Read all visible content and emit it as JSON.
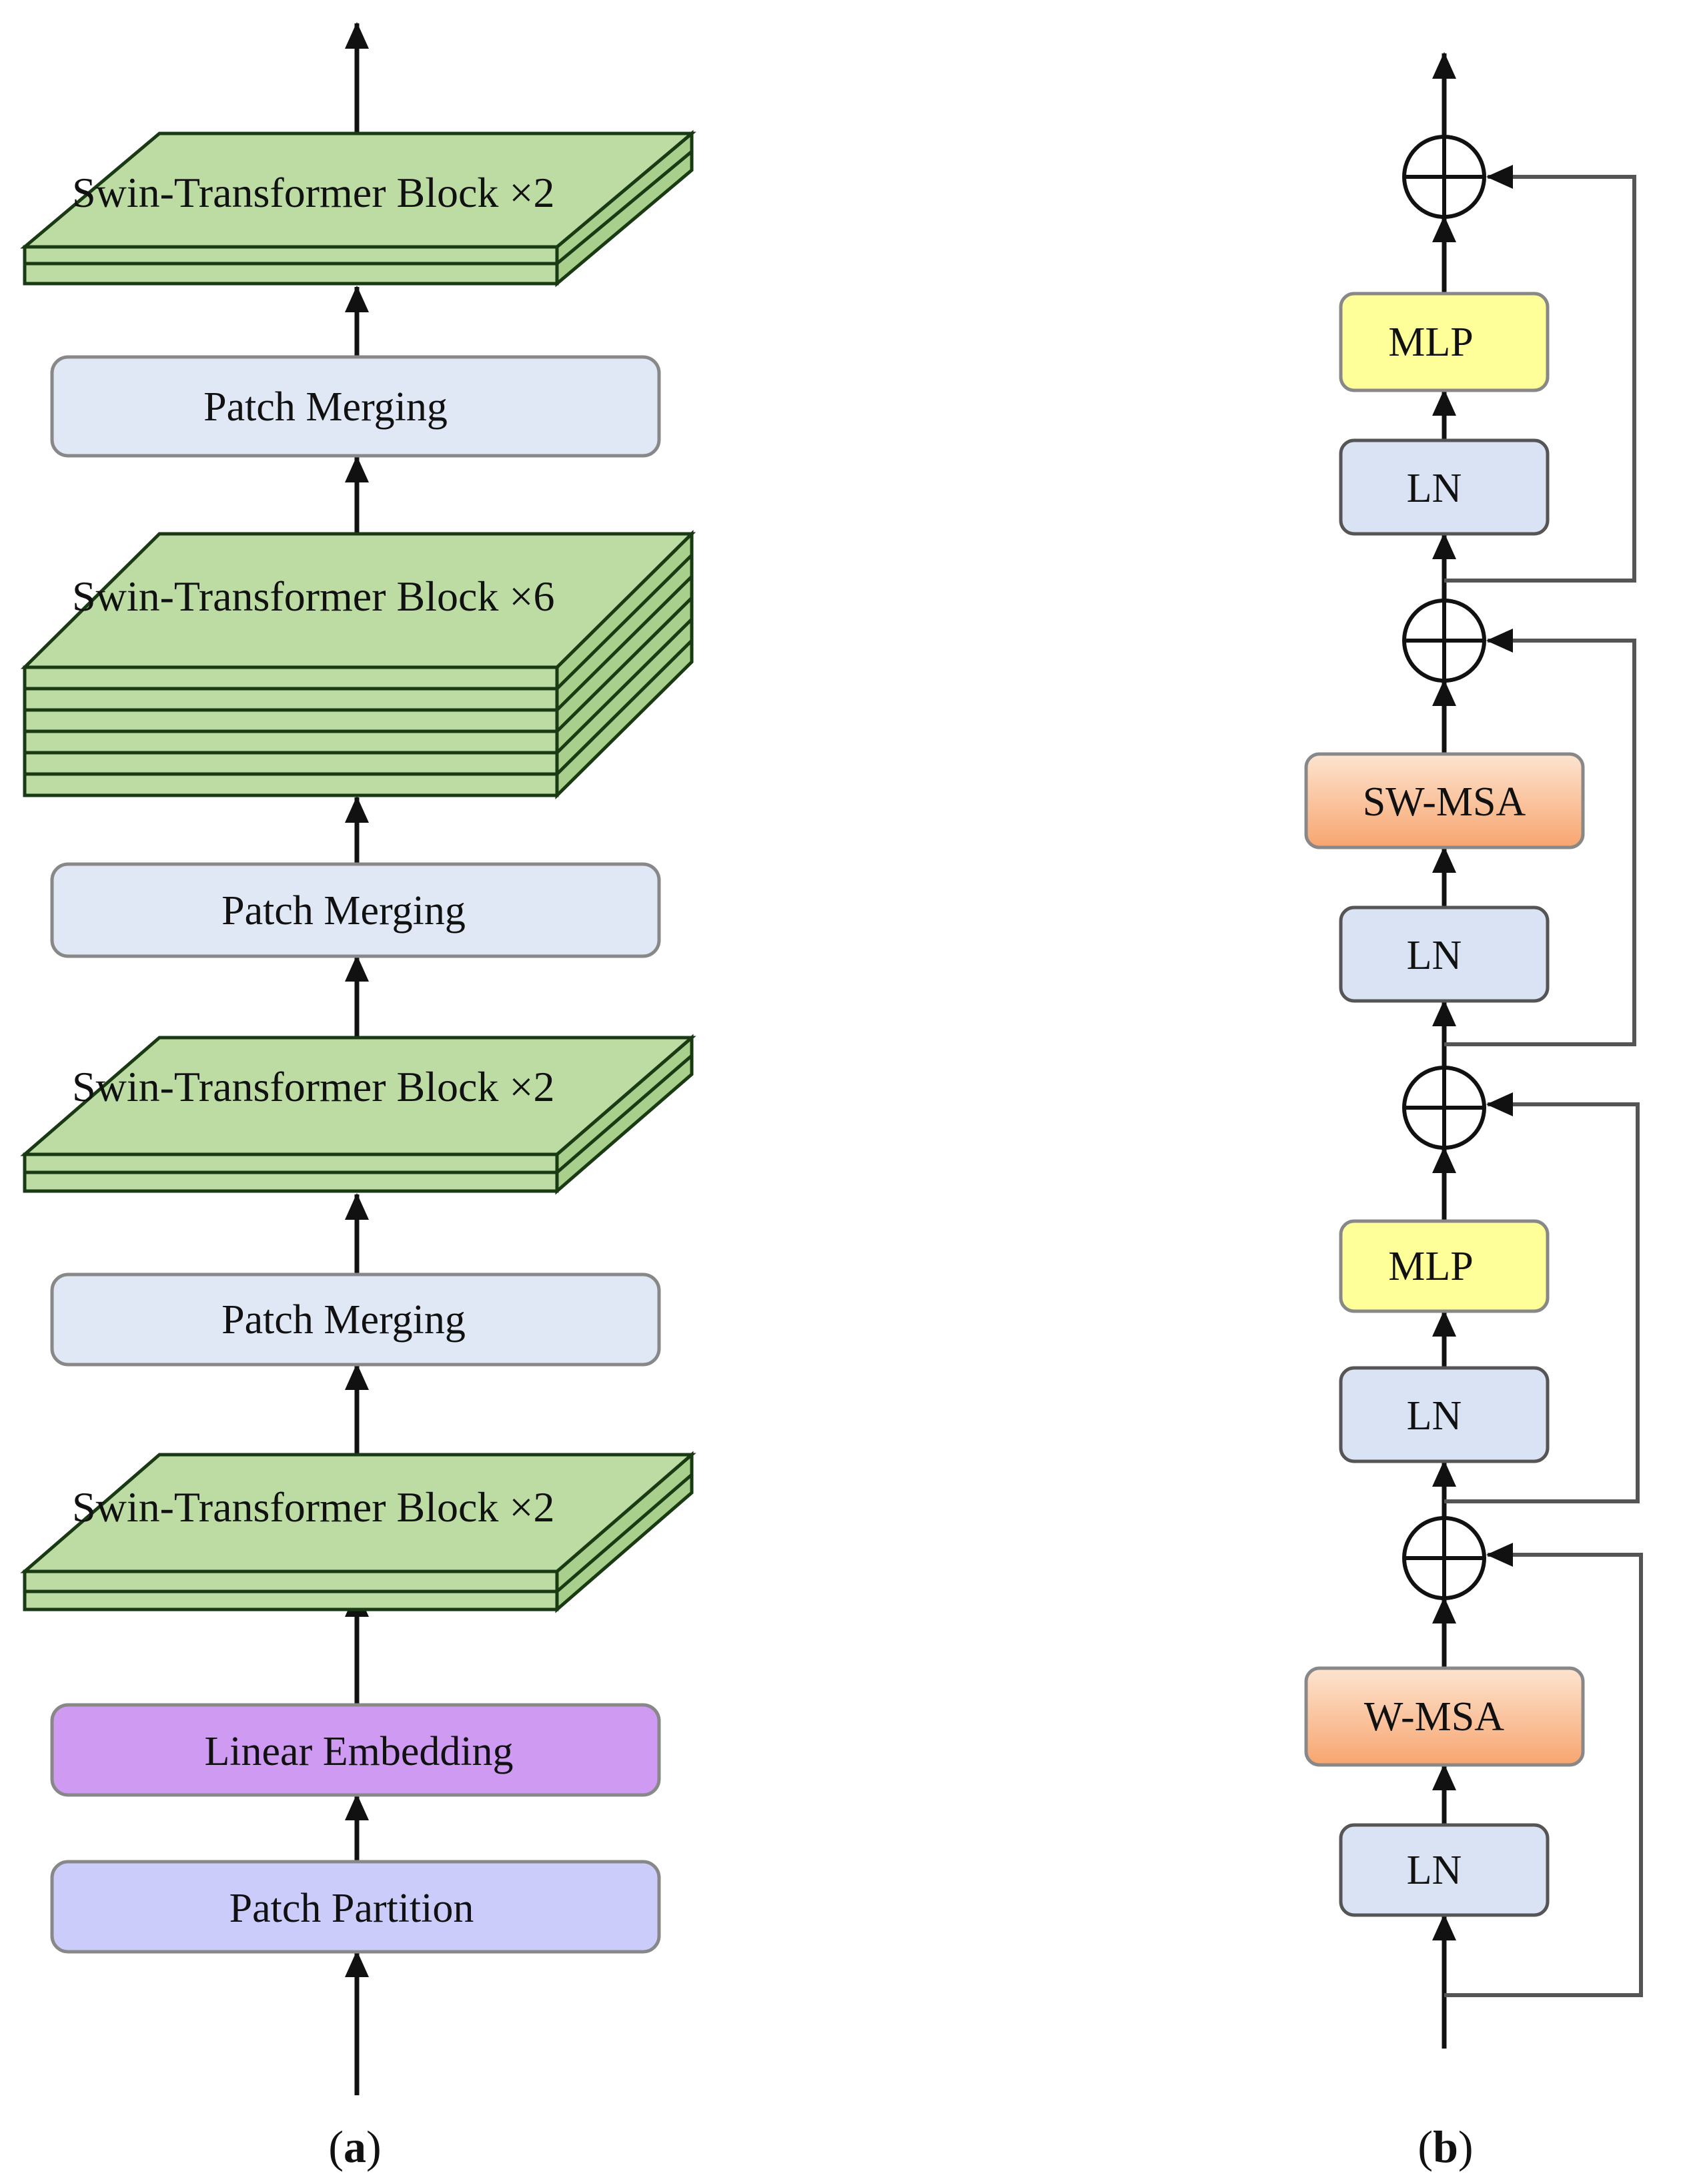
{
  "panel_a": {
    "caption": {
      "open": "(",
      "letter": "a",
      "close": ")"
    },
    "nodes": {
      "patch_partition": "Patch Partition",
      "linear_embedding": "Linear Embedding",
      "block_stage1": "Swin-Transformer Block ×2",
      "merging_1": "Patch Merging",
      "block_stage2": "Swin-Transformer Block ×2",
      "merging_2": "Patch Merging",
      "block_stage3": "Swin-Transformer Block ×6",
      "merging_3": "Patch Merging",
      "block_stage4": "Swin-Transformer Block ×2"
    }
  },
  "panel_b": {
    "caption": {
      "open": "(",
      "letter": "b",
      "close": ")"
    },
    "nodes": {
      "ln_1": "LN",
      "wmsa": "W-MSA",
      "ln_2": "LN",
      "mlp_1": "MLP",
      "ln_3": "LN",
      "swmsa": "SW-MSA",
      "ln_4": "LN",
      "mlp_2": "MLP"
    }
  },
  "colors": {
    "block_green": "#bcdca4",
    "block_edge": "#1a3a14",
    "merging_fill": "#dfe8f4",
    "embedding_fill": "#cf9af2",
    "partition_fill": "#ccccfb",
    "ln_fill": "#dae3f3",
    "mlp_fill": "#ffff99",
    "msa_fill": "#f9b48a",
    "line": "#111111",
    "skip_line": "#555555"
  }
}
